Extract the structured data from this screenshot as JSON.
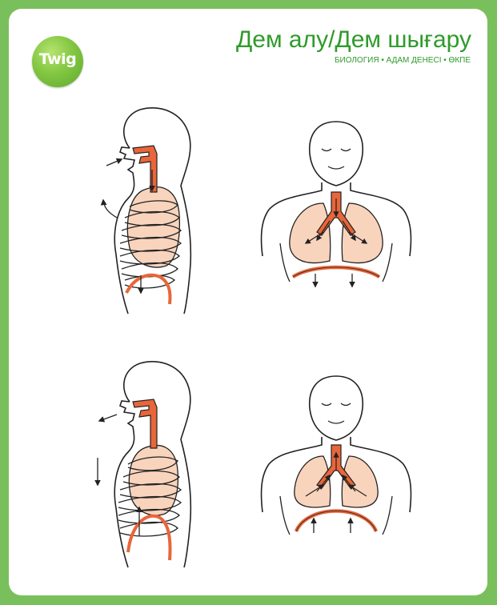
{
  "logo": {
    "text": "Twig"
  },
  "header": {
    "title": "Дем алу/Дем шығару",
    "subtitle": "БИОЛОГИЯ • АДАМ ДЕНЕСІ • ӨКПЕ"
  },
  "colors": {
    "frame": "#79c05d",
    "title_green": "#2f9b2b",
    "airway": "#e8663a",
    "lung_fill": "#f9d4bd",
    "outline": "#222222"
  },
  "panels": [
    {
      "id": "inhale-side",
      "phase": "inhale",
      "view": "side"
    },
    {
      "id": "inhale-front",
      "phase": "inhale",
      "view": "front"
    },
    {
      "id": "exhale-side",
      "phase": "exhale",
      "view": "side"
    },
    {
      "id": "exhale-front",
      "phase": "exhale",
      "view": "front"
    }
  ]
}
